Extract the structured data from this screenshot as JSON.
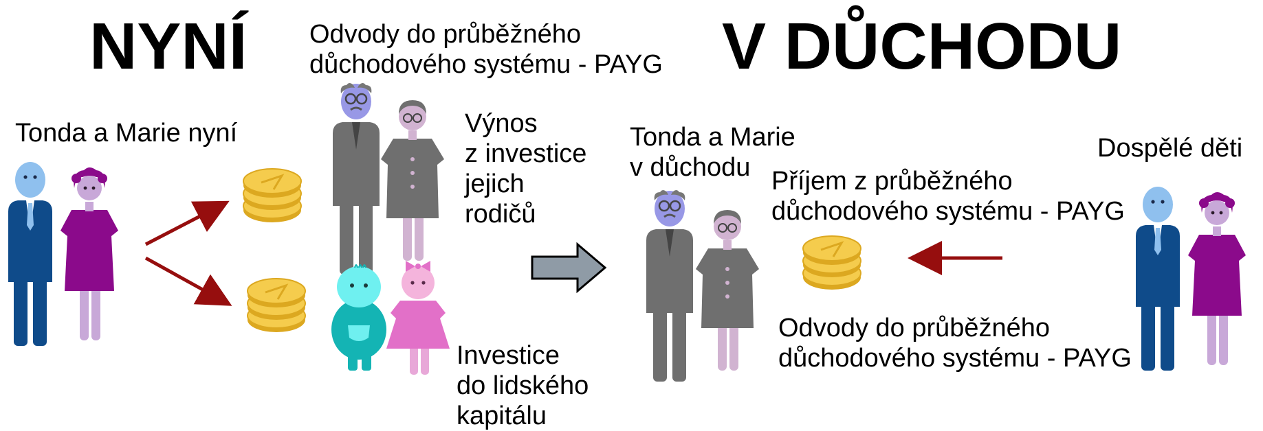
{
  "colors": {
    "man_suit": "#0f4b8a",
    "man_head": "#8fc0ee",
    "woman_dress": "#8b0a8b",
    "woman_skin": "#c8a8d8",
    "elder_man_head": "#9898e6",
    "elder_suit": "#6f6f6f",
    "elder_legs": "#d1b3d1",
    "baby_boy": "#14b4b4",
    "baby_boy_head": "#6ff0f0",
    "baby_girl": "#e270c8",
    "coin": "#f5cc4d",
    "coin_edge": "#dca820",
    "arrow_red": "#960e0e",
    "block_arrow": "#8f9ba6"
  },
  "headings": {
    "now": "NYNÍ",
    "retirement": "V DŮCHODU"
  },
  "labels": {
    "couple_now": "Tonda a Marie nyní",
    "payg_contrib_top_1": "Odvody do průběžného",
    "payg_contrib_top_2": "důchodového systému - PAYG",
    "parents_return_1": "Výnos",
    "parents_return_2": "z investice",
    "parents_return_3": "jejich",
    "parents_return_4": "rodičů",
    "human_capital_1": "Investice",
    "human_capital_2": "do lidského",
    "human_capital_3": "kapitálu",
    "couple_retired_1": "Tonda a Marie",
    "couple_retired_2": "v důchodu",
    "payg_income_1": "Příjem z průběžného",
    "payg_income_2": "důchodového systému - PAYG",
    "adult_children": "Dospělé děti",
    "payg_contrib_bottom_1": "Odvody do průběžného",
    "payg_contrib_bottom_2": "důchodového systému - PAYG"
  }
}
